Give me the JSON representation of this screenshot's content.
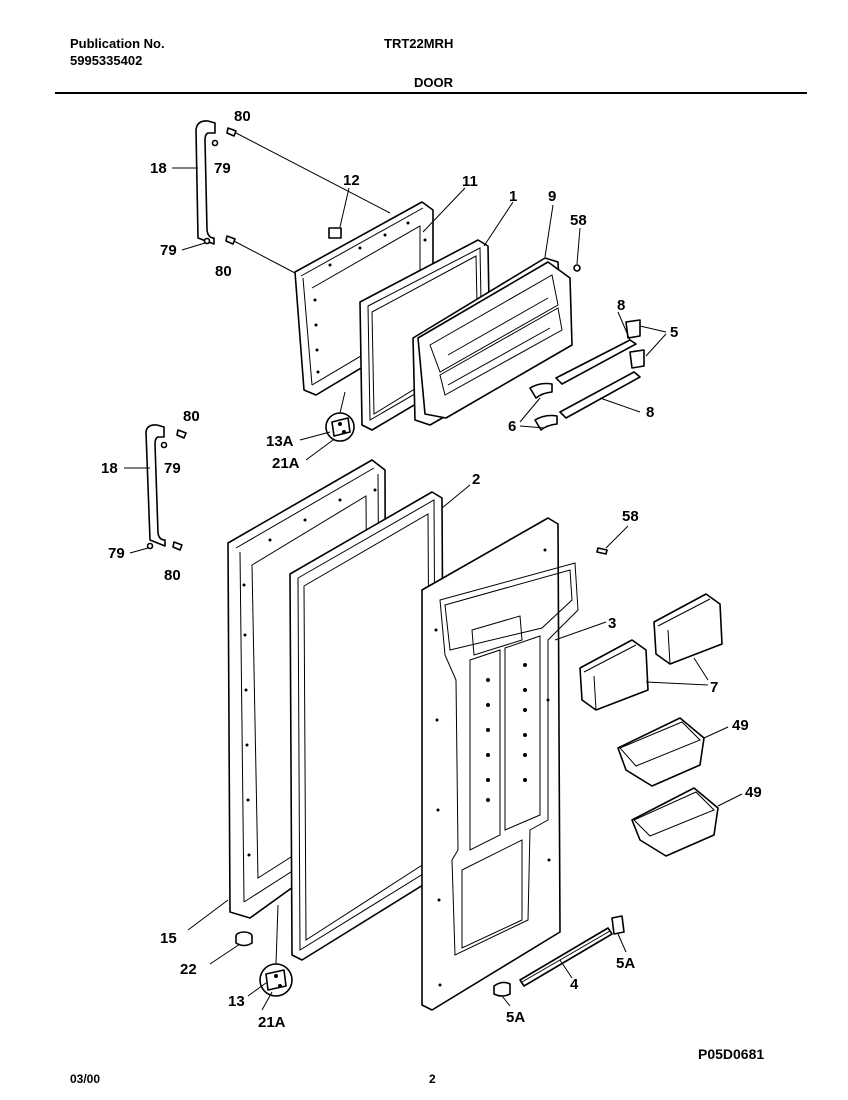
{
  "header": {
    "publication_label": "Publication No.",
    "publication_number": "5995335402",
    "model": "TRT22MRH",
    "section": "DOOR"
  },
  "footer": {
    "date": "03/00",
    "page": "2",
    "diagram_code": "P05D0681"
  },
  "callouts": {
    "c80a": "80",
    "c79a": "79",
    "c18a": "18",
    "c79b": "79",
    "c80b": "80",
    "c12": "12",
    "c11": "11",
    "c1": "1",
    "c9": "9",
    "c58a": "58",
    "c8a": "8",
    "c5": "5",
    "c6": "6",
    "c8b": "8",
    "c13A": "13A",
    "c21Aa": "21A",
    "c80c": "80",
    "c18b": "18",
    "c79c": "79",
    "c79d": "79",
    "c80d": "80",
    "c2": "2",
    "c58b": "58",
    "c3": "3",
    "c7": "7",
    "c49a": "49",
    "c49b": "49",
    "c15": "15",
    "c22": "22",
    "c13": "13",
    "c21Ab": "21A",
    "c4": "4",
    "c5Aa": "5A",
    "c5Ab": "5A"
  }
}
